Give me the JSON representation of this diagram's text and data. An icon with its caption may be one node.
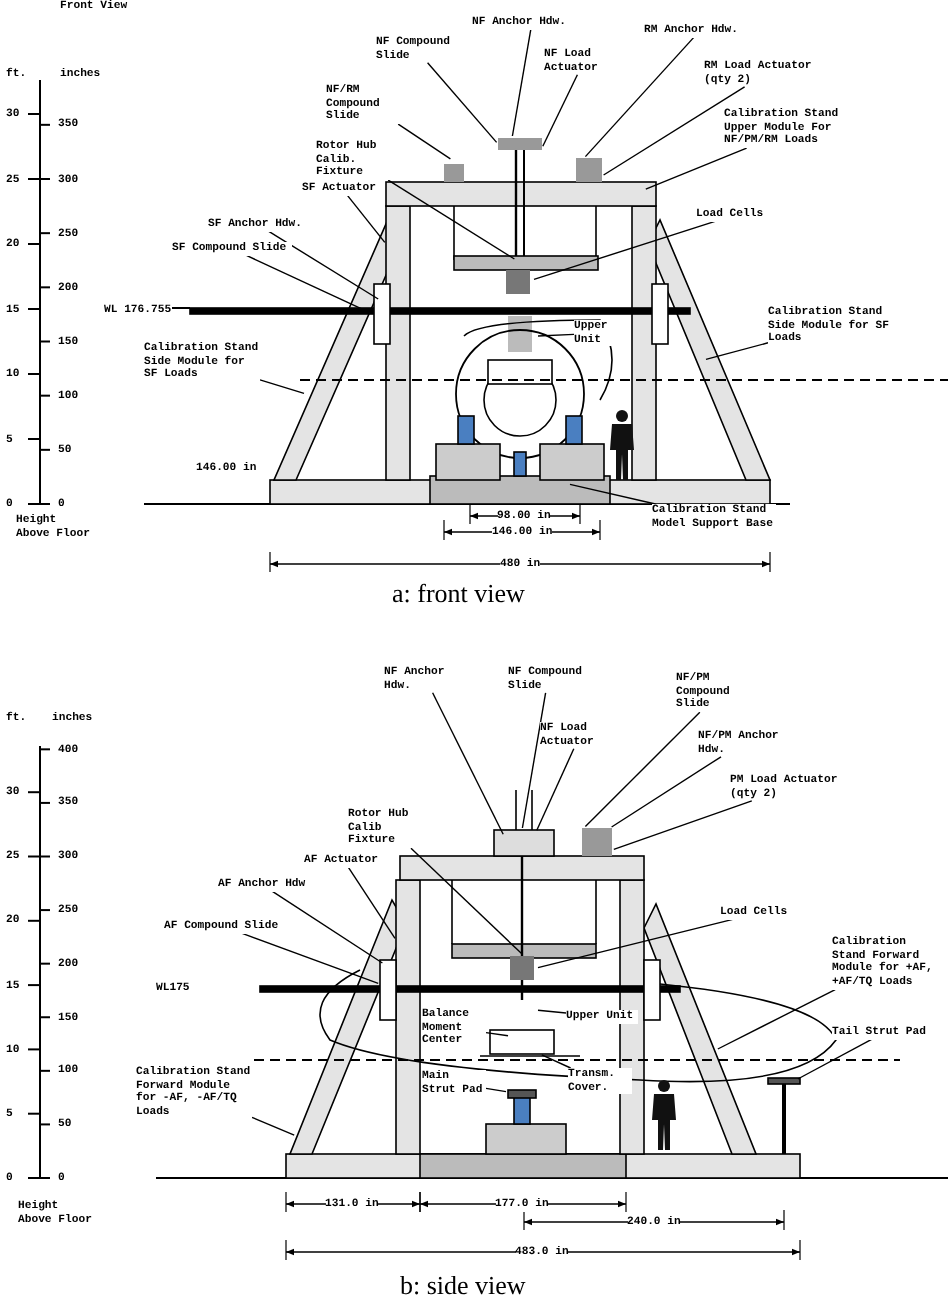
{
  "diagram": {
    "nodes": [
      {
        "text": [
          "NF Compound Slide"
        ]
      },
      {
        "text": [
          "NF/RM Compound Slide"
        ]
      },
      {
        "text": [
          "NF Anchor Hdw."
        ]
      },
      {
        "text": [
          "NF Load Actuator"
        ]
      },
      {
        "text": [
          "RM Anchor Hdw."
        ]
      },
      {
        "text": [
          "RM Load Actuator (qty 2)"
        ]
      },
      {
        "text": [
          "Rotor Hub Calib. Fixture"
        ]
      },
      {
        "text": [
          "Calibration Stand Upper Module For NF/PM/RM Loads"
        ]
      },
      {
        "text": [
          "SF Actuator"
        ]
      },
      {
        "text": [
          "SF Anchor Hdw."
        ]
      },
      {
        "text": [
          "SF Compound Slide"
        ]
      },
      {
        "text": [
          "Load Cells"
        ]
      },
      {
        "text": [
          "Upper Unit"
        ]
      },
      {
        "text": [
          "Calibration Stand Side Module for SF Loads"
        ]
      },
      {
        "text": [
          "Calibration Stand Side Module for SF Loads"
        ]
      },
      {
        "text": [
          "Calibration Stand Model Support Base"
        ]
      },
      {
        "text": [
          "NF Anchor Hdw."
        ]
      },
      {
        "text": [
          "NF Compound Slide"
        ]
      },
      {
        "text": [
          "NF Load Actuator"
        ]
      },
      {
        "text": [
          "NF/PM Compound Slide"
        ]
      },
      {
        "text": [
          "NF/PM Anchor Hdw."
        ]
      },
      {
        "text": [
          "PM Load Actuator (qty 2)"
        ]
      },
      {
        "text": [
          "Rotor Hub Calib Fixture"
        ]
      },
      {
        "text": [
          "AF Actuator"
        ]
      },
      {
        "text": [
          "AF Anchor Hdw"
        ]
      },
      {
        "text": [
          "AF Compound Slide"
        ]
      },
      {
        "text": [
          "Load Cells"
        ]
      },
      {
        "text": [
          "Calibration Stand Forward Module for +AF, +AF/TQ Loads"
        ]
      },
      {
        "text": [
          "Tail Strut Pad"
        ]
      },
      {
        "text": [
          "Balance Moment Center"
        ]
      },
      {
        "text": [
          "Upper Unit"
        ]
      },
      {
        "text": [
          "Main Strut Pad"
        ]
      },
      {
        "text": [
          "Transm. Cover."
        ]
      },
      {
        "text": [
          "Calibration Stand Forward Module for -AF, -AF/TQ Loads"
        ]
      }
    ],
    "edges": [
      {
        "from": 0,
        "to": null,
        "arrow": "none"
      },
      {
        "from": 1,
        "to": null,
        "arrow": "none"
      },
      {
        "from": 2,
        "to": null,
        "arrow": "none"
      },
      {
        "from": 3,
        "to": null,
        "arrow": "none"
      },
      {
        "from": 4,
        "to": null,
        "arrow": "none"
      },
      {
        "from": 5,
        "to": null,
        "arrow": "none"
      },
      {
        "from": 6,
        "to": null,
        "arrow": "none"
      },
      {
        "from": 7,
        "to": null,
        "arrow": "none"
      },
      {
        "from": 8,
        "to": null,
        "arrow": "none"
      },
      {
        "from": 9,
        "to": null,
        "arrow": "none"
      },
      {
        "from": 10,
        "to": null,
        "arrow": "none"
      },
      {
        "from": 11,
        "to": null,
        "arrow": "none"
      },
      {
        "from": 12,
        "to": null,
        "arrow": "none"
      },
      {
        "from": 13,
        "to": null,
        "arrow": "none"
      },
      {
        "from": 14,
        "to": null,
        "arrow": "none"
      },
      {
        "from": 15,
        "to": null,
        "arrow": "none"
      },
      {
        "from": 16,
        "to": null,
        "arrow": "none"
      },
      {
        "from": 17,
        "to": null,
        "arrow": "none"
      },
      {
        "from": 18,
        "to": null,
        "arrow": "none"
      },
      {
        "from": 19,
        "to": null,
        "arrow": "none"
      },
      {
        "from": 20,
        "to": null,
        "arrow": "none"
      },
      {
        "from": 21,
        "to": null,
        "arrow": "none"
      },
      {
        "from": 22,
        "to": null,
        "arrow": "none"
      },
      {
        "from": 23,
        "to": null,
        "arrow": "none"
      },
      {
        "from": 24,
        "to": null,
        "arrow": "none"
      },
      {
        "from": 25,
        "to": null,
        "arrow": "none"
      },
      {
        "from": 26,
        "to": null,
        "arrow": "none"
      },
      {
        "from": 27,
        "to": null,
        "arrow": "none"
      },
      {
        "from": 28,
        "to": null,
        "arrow": "none"
      },
      {
        "from": 29,
        "to": null,
        "arrow": "none"
      },
      {
        "from": 30,
        "to": null,
        "arrow": "none"
      },
      {
        "from": 31,
        "to": null,
        "arrow": "none"
      },
      {
        "from": 32,
        "to": null,
        "arrow": "none"
      },
      {
        "from": 33,
        "to": null,
        "arrow": "none"
      }
    ],
    "labels": [
      "Front View",
      "ft.",
      "inches",
      "30",
      "25",
      "20",
      "15",
      "10",
      "5",
      "0",
      "350",
      "300",
      "250",
      "200",
      "150",
      "100",
      "50",
      "0",
      "Height Above Floor",
      "WL 176.755",
      "146.00 in",
      "98.00 in",
      "146.00 in",
      "480 in",
      "a: front view",
      "ft.",
      "inches",
      "30",
      "25",
      "20",
      "15",
      "10",
      "5",
      "0",
      "400",
      "350",
      "300",
      "250",
      "200",
      "150",
      "100",
      "50",
      "0",
      "Height Above Floor",
      "WL175",
      "131.0 in",
      "177.0 in",
      "240.0 in",
      "483.0 in",
      "b: side view"
    ]
  }
}
